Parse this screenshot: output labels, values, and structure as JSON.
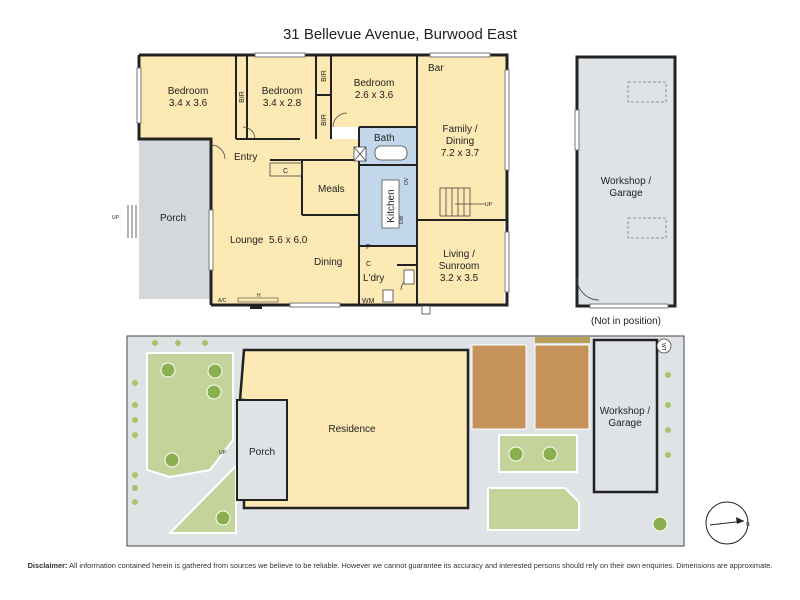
{
  "title": "31 Bellevue Avenue, Burwood East",
  "floor_plan": {
    "rooms": {
      "bedroom1": {
        "name": "Bedroom",
        "dims": "3.4 x 3.6"
      },
      "bedroom2": {
        "name": "Bedroom",
        "dims": "3.4 x 2.8"
      },
      "bedroom3": {
        "name": "Bedroom",
        "dims": "2.6 x 3.6"
      },
      "bir": "BIR",
      "bar": "Bar",
      "family_line1": "Family /",
      "family_line2": "Dining",
      "family_dims": "7.2 x 3.7",
      "bath": "Bath",
      "entry": "Entry",
      "meals": "Meals",
      "kitchen": "Kitchen",
      "porch": "Porch",
      "lounge": "Lounge",
      "lounge_dims": "5.6 x 6.0",
      "dining": "Dining",
      "laundry": "L'dry",
      "wm": "WM",
      "living_line1": "Living /",
      "living_line2": "Sunroom",
      "living_dims": "3.2 x 3.5",
      "workshop_line1": "Workshop /",
      "workshop_line2": "Garage"
    },
    "fixtures": {
      "c": "C",
      "f": "F",
      "up": "UP",
      "ov": "OV",
      "dw": "DW",
      "ac": "A/C",
      "h": "H"
    },
    "not_in_position": "(Not in position)"
  },
  "site_plan": {
    "residence": "Residence",
    "porch": "Porch",
    "up": "UP",
    "workshop_line1": "Workshop /",
    "workshop_line2": "Garage",
    "compass": "N",
    "wt": "WT"
  },
  "disclaimer_label": "Disclaimer:",
  "disclaimer_text": "All information contained herein is gathered from sources we believe to be reliable. However we cannot guarantee its accuracy and interested persons should rely on their own enquiries. Dimensions are approximate.",
  "colors": {
    "wall": "#222222",
    "room_fill": "#fde9b4",
    "kitchen_fill": "#c3d7ea",
    "porch_fill": "#d4d8dc",
    "yard_fill": "#dfe3e6",
    "lawn_fill": "#c3d39a",
    "bed_fill": "#c5925a",
    "tree_fill": "#8aaf4e"
  }
}
